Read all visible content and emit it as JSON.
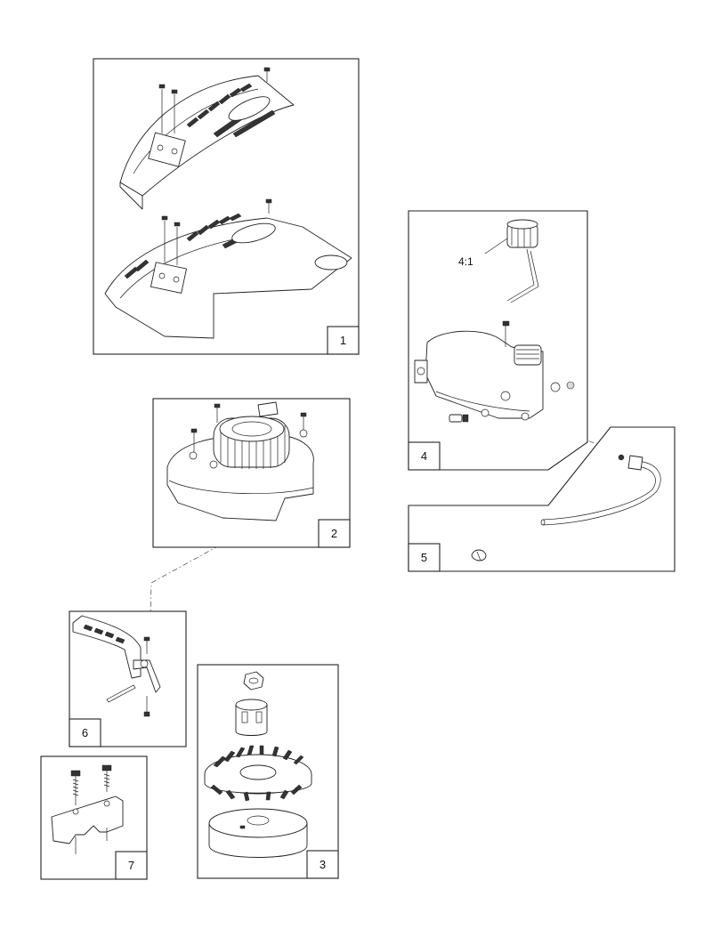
{
  "panels": [
    {
      "id": "1",
      "label": "1"
    },
    {
      "id": "2",
      "label": "2"
    },
    {
      "id": "3",
      "label": "3"
    },
    {
      "id": "4",
      "label": "4"
    },
    {
      "id": "5",
      "label": "5"
    },
    {
      "id": "6",
      "label": "6"
    },
    {
      "id": "7",
      "label": "7"
    }
  ],
  "callouts": {
    "cap_ratio": "4:1"
  }
}
